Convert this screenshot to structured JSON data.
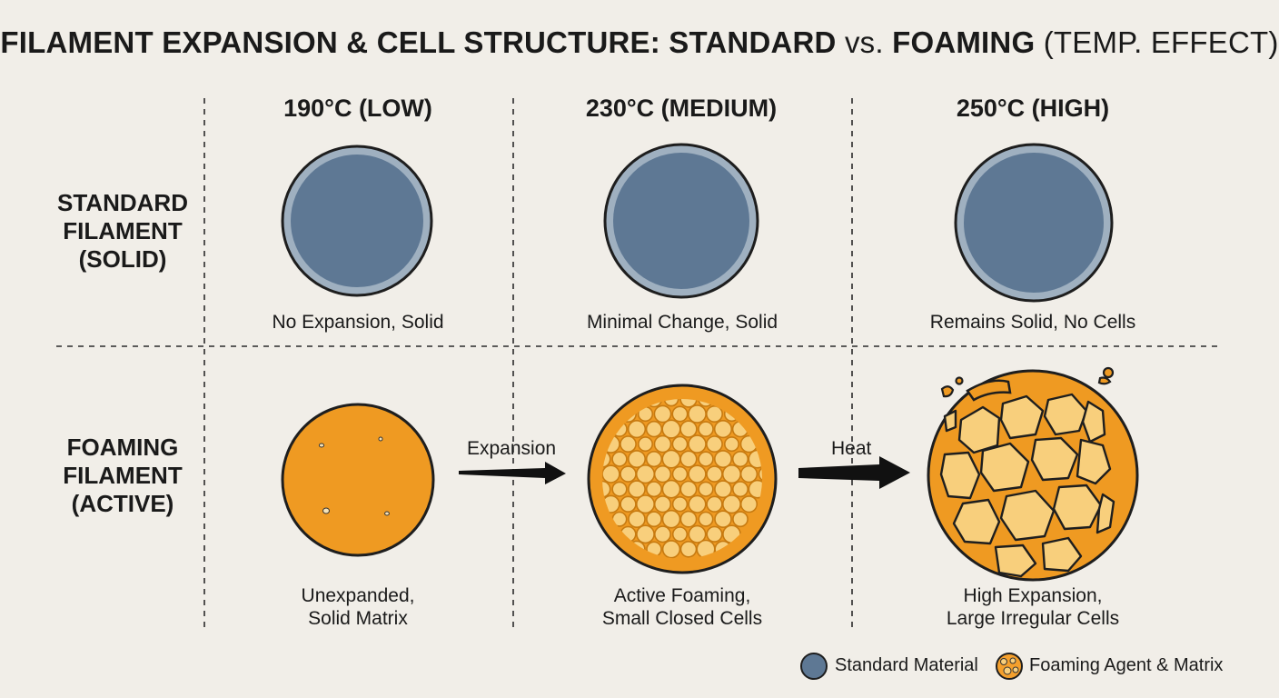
{
  "title": {
    "part1": "FILAMENT EXPANSION & CELL STRUCTURE: STANDARD",
    "part2": " vs. ",
    "part3": "FOAMING",
    "part4": " (TEMP. EFFECT)"
  },
  "columns": [
    {
      "label": "190°C (LOW)"
    },
    {
      "label": "230°C (MEDIUM)"
    },
    {
      "label": "250°C (HIGH)"
    }
  ],
  "rows": [
    {
      "lines": [
        "STANDARD",
        "FILAMENT",
        "(SOLID)"
      ]
    },
    {
      "lines": [
        "FOAMING",
        "FILAMENT",
        "(ACTIVE)"
      ]
    }
  ],
  "captions": {
    "standard": [
      "No Expansion, Solid",
      "Minimal Change, Solid",
      "Remains Solid, No Cells"
    ],
    "foaming": [
      [
        "Unexpanded,",
        "Solid Matrix"
      ],
      [
        "Active Foaming,",
        "Small Closed Cells"
      ],
      [
        "High Expansion,",
        "Large Irregular Cells"
      ]
    ]
  },
  "arrows": [
    {
      "label": "Expansion"
    },
    {
      "label": "Heat"
    }
  ],
  "legend": [
    {
      "label": "Standard Material",
      "color": "#5e7894"
    },
    {
      "label": "Foaming Agent & Matrix",
      "color": "#f5a02c"
    }
  ],
  "colors": {
    "standard_fill": "#5e7894",
    "standard_ring": "#9fb0c0",
    "foam_matrix": "#ef9a22",
    "foam_cell": "#f8cf7c",
    "outline": "#1e1e1e",
    "background": "#f1eee8"
  }
}
